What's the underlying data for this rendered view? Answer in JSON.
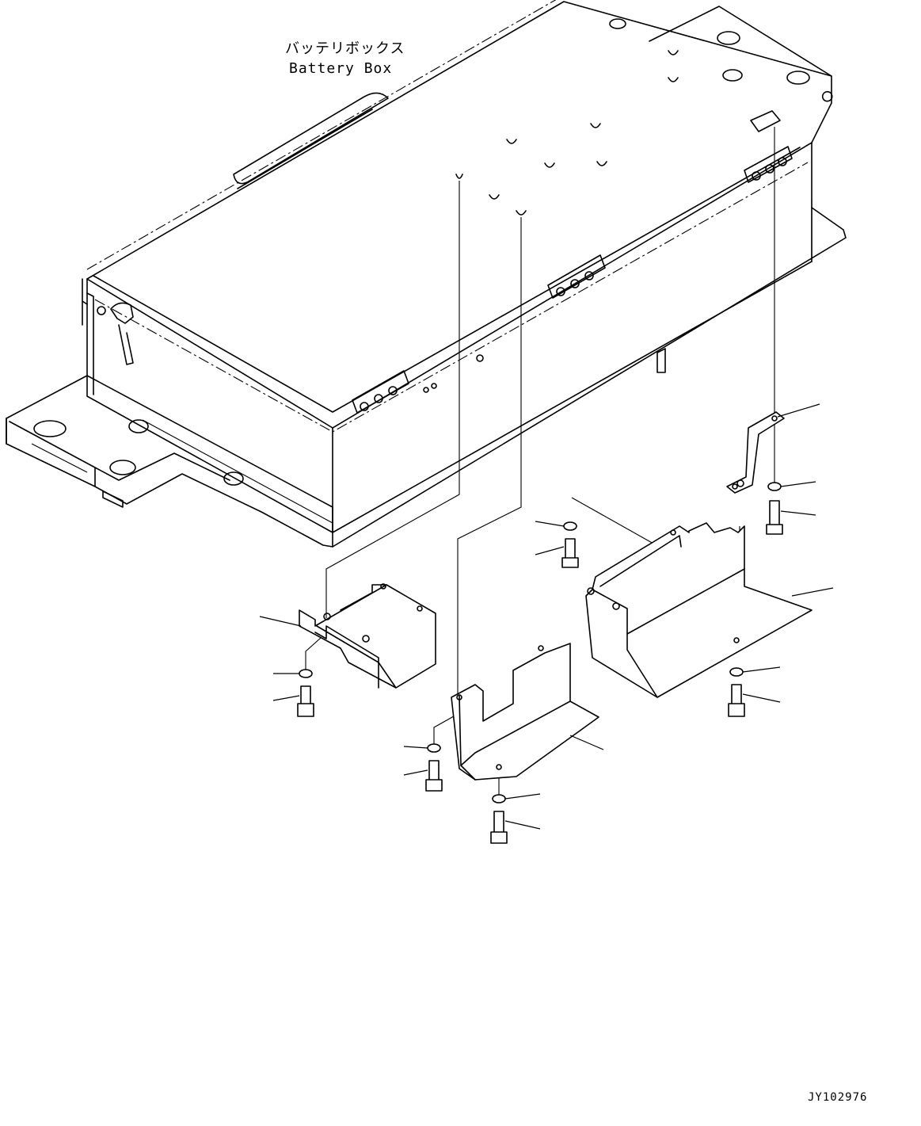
{
  "diagram": {
    "title_jp": "バッテリボックス",
    "title_en": "Battery Box",
    "drawing_code": "JY102976"
  },
  "parts": [
    {
      "name": "bracket-top-right"
    },
    {
      "name": "washer"
    },
    {
      "name": "bolt"
    },
    {
      "name": "cover-right"
    },
    {
      "name": "cover-left"
    },
    {
      "name": "cover-center"
    }
  ]
}
